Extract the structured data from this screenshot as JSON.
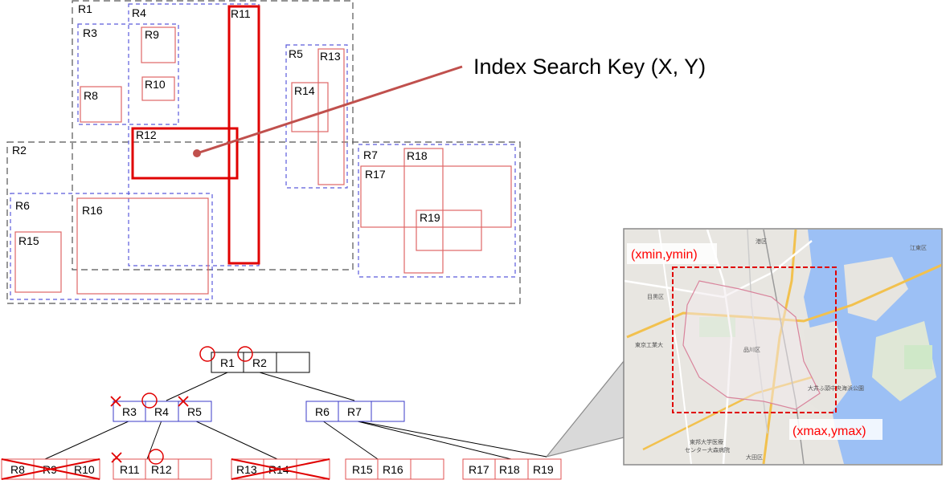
{
  "regions": {
    "R1": "R1",
    "R2": "R2",
    "R3": "R3",
    "R4": "R4",
    "R5": "R5",
    "R6": "R6",
    "R7": "R7",
    "R8": "R8",
    "R9": "R9",
    "R10": "R10",
    "R11": "R11",
    "R12": "R12",
    "R13": "R13",
    "R14": "R14",
    "R15": "R15",
    "R16": "R16",
    "R17": "R17",
    "R18": "R18",
    "R19": "R19"
  },
  "annotation": {
    "search_key": "Index Search Key (X, Y)"
  },
  "map": {
    "min_label": "(xmin,ymin)",
    "max_label": "(xmax,ymax)",
    "place_labels": {
      "minato": "港区",
      "koto": "江東区",
      "meguro": "目黒区",
      "shinagawa": "品川区",
      "ota": "大田区",
      "tokyo_univ": "東京工業大",
      "hospital1": "東邦大学医療",
      "hospital2": "センター大森病院",
      "oi": "大井ふ頭中央海浜公園"
    }
  },
  "tree": {
    "root": [
      "R1",
      "R2",
      ""
    ],
    "level1_left": [
      "R3",
      "R4",
      "R5"
    ],
    "level1_right": [
      "R6",
      "R7",
      ""
    ],
    "leaf_a": [
      "R8",
      "R9",
      "R10"
    ],
    "leaf_b": [
      "R11",
      "R12",
      ""
    ],
    "leaf_c": [
      "R13",
      "R14",
      ""
    ],
    "leaf_d": [
      "R15",
      "R16",
      ""
    ],
    "leaf_e": [
      "R17",
      "R18",
      "R19"
    ]
  },
  "colors": {
    "region_red": "#e06666",
    "bold_red": "#e00000",
    "blue_dashed": "#5b5bdb",
    "black_dashed": "#555555",
    "pointer": "#c0504d",
    "blue_node": "#3b3bc8",
    "red_node": "#e05050"
  }
}
